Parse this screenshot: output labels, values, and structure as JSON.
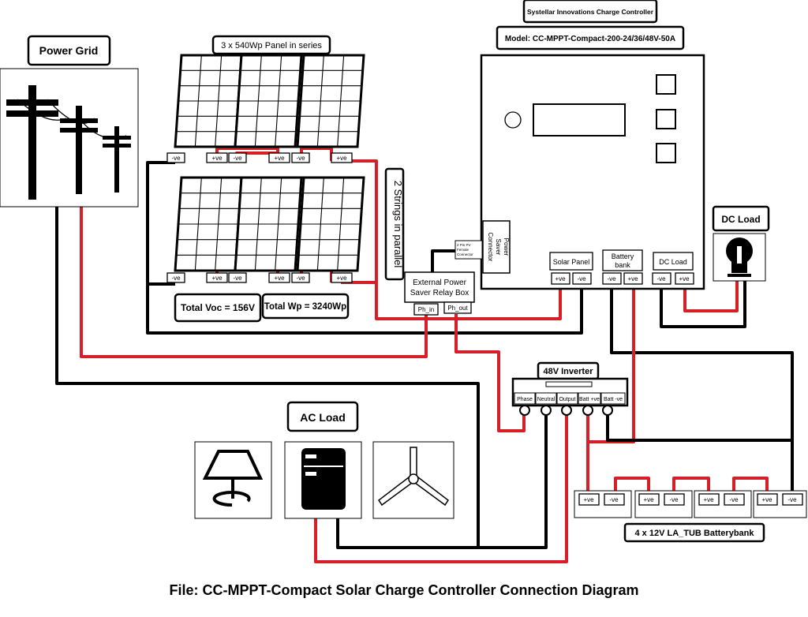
{
  "controller": {
    "maker": "Systellar Innovations Charge Controller",
    "model": "Model:  CC-MPPT-Compact-200-24/36/48V-50A",
    "ports": {
      "solar": "Solar Panel",
      "battery_line1": "Battery",
      "battery_line2": "bank",
      "dcload": "DC Load"
    },
    "power_saver": {
      "line1": "Power",
      "line2": "Saver",
      "line3": "Connector"
    },
    "pv_connector": {
      "line1": "2 Pin PV",
      "line2": "Female",
      "line3": "Connector"
    }
  },
  "grid": {
    "title": "Power Grid"
  },
  "panels": {
    "title": "3 x 540Wp Panel in series",
    "parallel": "2 Strings in parallel",
    "total_voc": "Total Voc = 156V",
    "total_wp": "Total Wp = 3240Wp",
    "terminals_top": [
      "-ve",
      "+ve",
      "-ve",
      "+ve",
      "-ve",
      "+ve"
    ],
    "terminals_bottom": [
      "-ve",
      "+ve",
      "-ve",
      "+ve",
      "-ve",
      "+ve"
    ]
  },
  "relay_box": {
    "line1": "External Power",
    "line2": "Saver Relay Box",
    "ph_in": "Ph_in",
    "ph_out": "Ph_out"
  },
  "terminals": {
    "pos": "+ve",
    "neg": "-ve"
  },
  "dc_load": {
    "title": "DC Load"
  },
  "inverter": {
    "title": "48V Inverter",
    "ports": [
      "Phase",
      "Neutral",
      "Output",
      "Batt +ve",
      "Batt -ve"
    ]
  },
  "ac_load": {
    "title": "AC Load"
  },
  "batteries": {
    "title": "4 x 12V LA_TUB Batterybank"
  },
  "footer": {
    "caption": "File: CC-MPPT-Compact Solar Charge Controller Connection Diagram"
  }
}
